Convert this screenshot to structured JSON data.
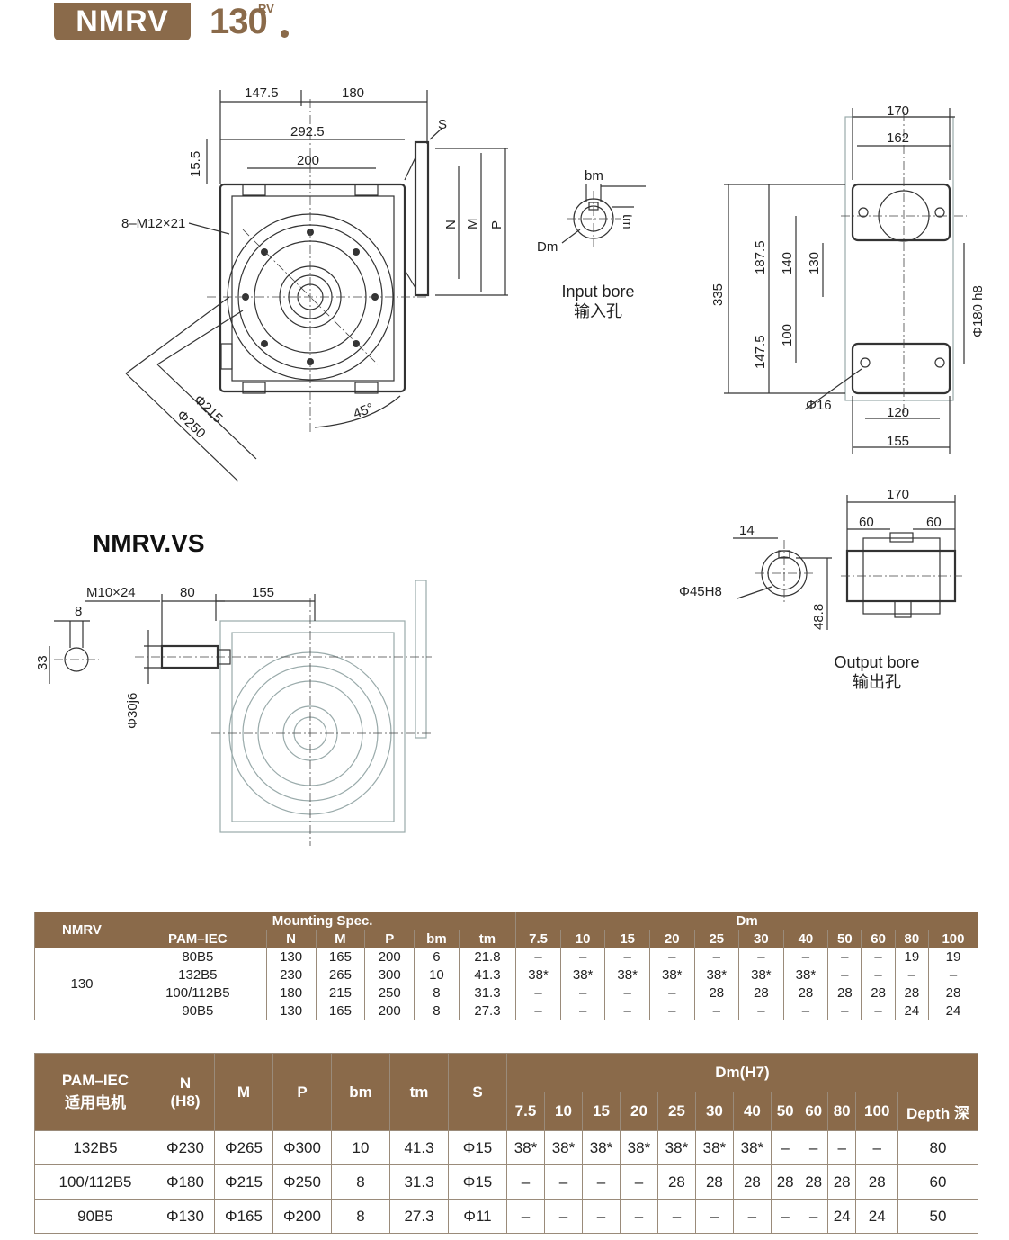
{
  "header": {
    "series": "NMRV",
    "size": "130",
    "size_sup": "RV"
  },
  "drawing_labels": {
    "d147_5": "147.5",
    "d180": "180",
    "d292_5": "292.5",
    "d200": "200",
    "d15_5": "15.5",
    "S": "S",
    "N": "N",
    "M": "M",
    "P": "P",
    "bolt": "8–M12×21",
    "phi215": "Φ215",
    "phi250": "Φ250",
    "angle": "45°",
    "bm": "bm",
    "tm": "tm",
    "Dm": "Dm",
    "input_bore_en": "Input bore",
    "input_bore_cn": "输入孔",
    "d170": "170",
    "d162": "162",
    "d335": "335",
    "d187_5": "187.5",
    "d140": "140",
    "d130": "130",
    "d147_5b": "147.5",
    "d100": "100",
    "phi180": "Φ180 h8",
    "phi16": "Φ16",
    "d120": "120",
    "d155": "155",
    "vs_title": "NMRV.VS",
    "m10": "M10×24",
    "d80": "80",
    "d155b": "155",
    "d8": "8",
    "d33": "33",
    "phi30": "Φ30j6",
    "d170b": "170",
    "d60a": "60",
    "d60b": "60",
    "d14": "14",
    "phi45": "Φ45H8",
    "d48_8": "48.8",
    "output_bore_en": "Output bore",
    "output_bore_cn": "输出孔"
  },
  "table1": {
    "h_nmrv": "NMRV",
    "h_mount": "Mounting Spec.",
    "h_dm": "Dm",
    "cols": [
      "PAM–IEC",
      "N",
      "M",
      "P",
      "bm",
      "tm"
    ],
    "dm_cols": [
      "7.5",
      "10",
      "15",
      "20",
      "25",
      "30",
      "40",
      "50",
      "60",
      "80",
      "100"
    ],
    "size": "130",
    "rows": [
      [
        "80B5",
        "130",
        "165",
        "200",
        "6",
        "21.8",
        "–",
        "–",
        "–",
        "–",
        "–",
        "–",
        "–",
        "–",
        "–",
        "19",
        "19"
      ],
      [
        "132B5",
        "230",
        "265",
        "300",
        "10",
        "41.3",
        "38*",
        "38*",
        "38*",
        "38*",
        "38*",
        "38*",
        "38*",
        "–",
        "–",
        "–",
        "–"
      ],
      [
        "100/112B5",
        "180",
        "215",
        "250",
        "8",
        "31.3",
        "–",
        "–",
        "–",
        "–",
        "28",
        "28",
        "28",
        "28",
        "28",
        "28",
        "28"
      ],
      [
        "90B5",
        "130",
        "165",
        "200",
        "8",
        "27.3",
        "–",
        "–",
        "–",
        "–",
        "–",
        "–",
        "–",
        "–",
        "–",
        "24",
        "24"
      ]
    ]
  },
  "table2": {
    "h_pam": "PAM–IEC",
    "h_pam_cn": "适用电机",
    "h_n": "N",
    "h_n2": "(H8)",
    "h_m": "M",
    "h_p": "P",
    "h_bm": "bm",
    "h_tm": "tm",
    "h_s": "S",
    "h_dm": "Dm(H7)",
    "dm_cols": [
      "7.5",
      "10",
      "15",
      "20",
      "25",
      "30",
      "40",
      "50",
      "60",
      "80",
      "100"
    ],
    "h_depth": "Depth 深",
    "rows": [
      [
        "132B5",
        "Φ230",
        "Φ265",
        "Φ300",
        "10",
        "41.3",
        "Φ15",
        "38*",
        "38*",
        "38*",
        "38*",
        "38*",
        "38*",
        "38*",
        "–",
        "–",
        "–",
        "–",
        "80"
      ],
      [
        "100/112B5",
        "Φ180",
        "Φ215",
        "Φ250",
        "8",
        "31.3",
        "Φ15",
        "–",
        "–",
        "–",
        "–",
        "28",
        "28",
        "28",
        "28",
        "28",
        "28",
        "28",
        "60"
      ],
      [
        "90B5",
        "Φ130",
        "Φ165",
        "Φ200",
        "8",
        "27.3",
        "Φ11",
        "–",
        "–",
        "–",
        "–",
        "–",
        "–",
        "–",
        "–",
        "–",
        "24",
        "24",
        "50"
      ]
    ]
  }
}
